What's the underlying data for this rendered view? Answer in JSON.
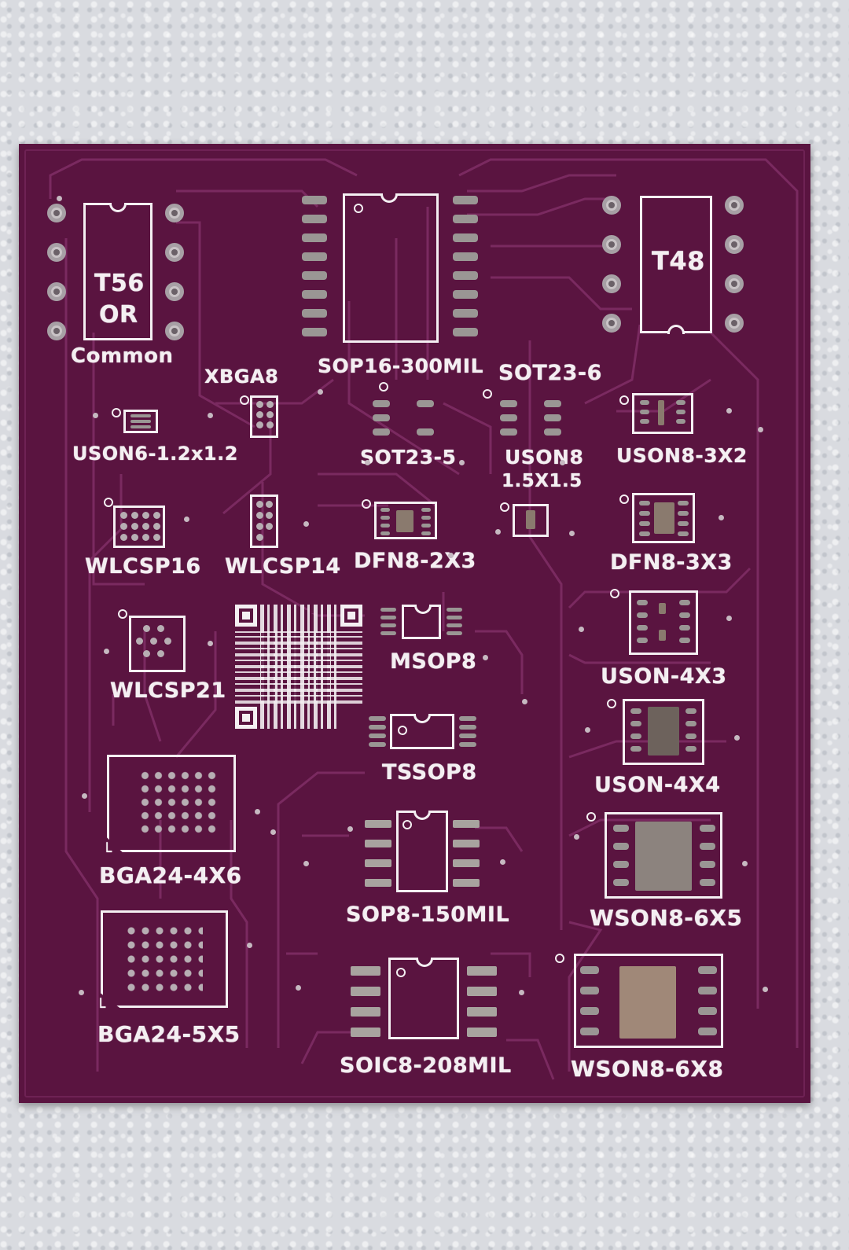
{
  "board": {
    "silk_labels": {
      "t56": "T56",
      "or": "OR",
      "common": "Common",
      "t48": "T48",
      "sop16": "SOP16-300MIL",
      "sot23_6": "SOT23-6",
      "xbga8": "XBGA8",
      "uson6": "USON6-1.2x1.2",
      "sot23_5": "SOT23-5",
      "uson8": "USON8",
      "uson8_size": "1.5X1.5",
      "uson8_3x2": "USON8-3X2",
      "wlcsp16": "WLCSP16",
      "wlcsp14": "WLCSP14",
      "dfn8_2x3": "DFN8-2X3",
      "dfn8_3x3": "DFN8-3X3",
      "wlcsp21": "WLCSP21",
      "msop8": "MSOP8",
      "uson_4x3": "USON-4X3",
      "tssop8": "TSSOP8",
      "uson_4x4": "USON-4X4",
      "bga24_4x6": "BGA24-4X6",
      "sop8": "SOP8-150MIL",
      "wson8_6x5": "WSON8-6X5",
      "bga24_5x5": "BGA24-5X5",
      "soic8": "SOIC8-208MIL",
      "wson8_6x8": "WSON8-6X8"
    },
    "colors": {
      "solder_mask": "#5a1440",
      "silkscreen": "#f4eff2",
      "trace": "#7a2a60",
      "background": "#d9dbe0"
    },
    "icons": [
      "qr-code-icon"
    ]
  }
}
